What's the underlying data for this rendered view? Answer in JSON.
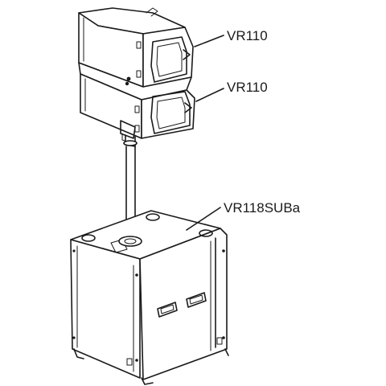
{
  "callouts": {
    "top_speaker": "VR110",
    "middle_speaker": "VR110",
    "subwoofer": "VR118SUBa"
  },
  "colors": {
    "line": "#1a1a1a",
    "background": "#ffffff"
  }
}
